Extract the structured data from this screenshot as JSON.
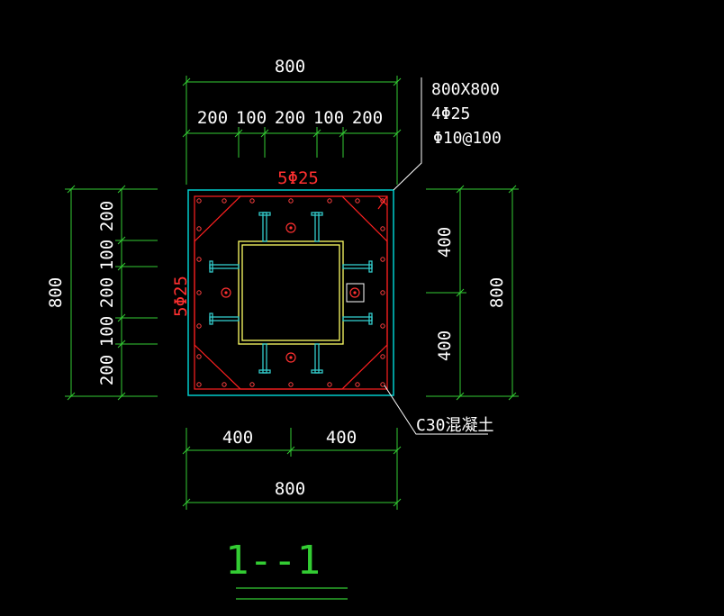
{
  "dimensions": {
    "top_total": "800",
    "top_segments": [
      "200",
      "100",
      "200",
      "100",
      "200"
    ],
    "left_total": "800",
    "left_segments": [
      "200",
      "100",
      "200",
      "100",
      "200"
    ],
    "right_total": "800",
    "right_segments": [
      "400",
      "400"
    ],
    "bottom_segments": [
      "400",
      "400"
    ],
    "bottom_total": "800"
  },
  "column_note": {
    "size": "800X800",
    "corner_bars": "4Φ25",
    "stirrups": "Φ10@100"
  },
  "rebar_labels": {
    "top": "5Φ25",
    "left": "5Φ25"
  },
  "material_note": "C30混凝土",
  "section_title": "1--1",
  "colors": {
    "background": "#000000",
    "dimension": "#33cc33",
    "concrete_outline": "#00cccc",
    "rebar": "#ff2020",
    "steel_tube": "#ffff66",
    "stud": "#33cccc",
    "text": "#ffffff"
  }
}
